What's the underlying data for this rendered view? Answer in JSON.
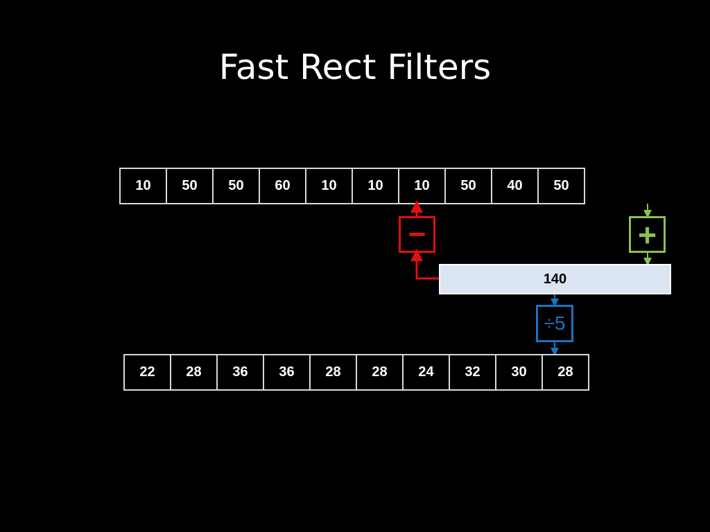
{
  "title": "Fast Rect Filters",
  "input_row": [
    "10",
    "50",
    "50",
    "60",
    "10",
    "10",
    "10",
    "50",
    "40",
    "50"
  ],
  "output_row": [
    "22",
    "28",
    "36",
    "36",
    "28",
    "28",
    "24",
    "32",
    "30",
    "28"
  ],
  "running_sum": "140",
  "operators": {
    "subtract": "−",
    "add": "+",
    "divide": "÷5"
  },
  "colors": {
    "background": "#000000",
    "subtract": "#e01010",
    "add": "#8cc152",
    "divide": "#1e73be",
    "sum_box": "#dbe5f1"
  }
}
